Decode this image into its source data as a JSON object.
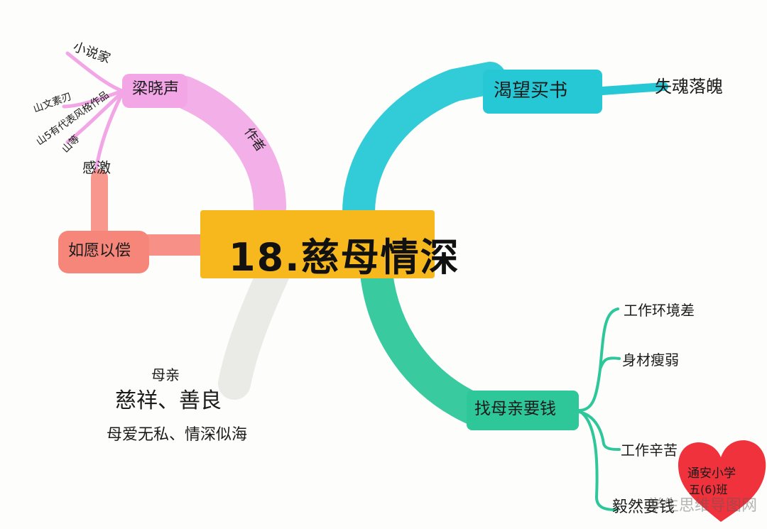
{
  "title": "18.慈母情深",
  "branches": {
    "thirst_for_book": {
      "label": "渴望买书",
      "leaf": "失魂落魄"
    },
    "find_mother": {
      "label": "找母亲要钱",
      "leaves": [
        "工作环境差",
        "身材瘦弱",
        "工作辛苦",
        "毅然要钱"
      ]
    },
    "author": {
      "label": "梁晓声",
      "connector": "作者",
      "leaves": [
        "小说家",
        "山文素刃",
        "山5有代表风格作品",
        "山等"
      ],
      "feeling": "感激"
    },
    "wish": {
      "label": "如愿以偿"
    },
    "mother": {
      "heading": "母亲",
      "traits": "慈祥、善良",
      "summary": "母爱无私、情深似海"
    }
  },
  "stamp": {
    "line1": "通安小学",
    "line2": "五(6)班"
  },
  "watermark": "学生思维导图网",
  "colors": {
    "center": "#f7b81e",
    "cyan": "#27c8d6",
    "teal": "#2ec79a",
    "pink": "#f2a6e6",
    "salmon": "#f6857a",
    "heart": "#f0323c"
  }
}
